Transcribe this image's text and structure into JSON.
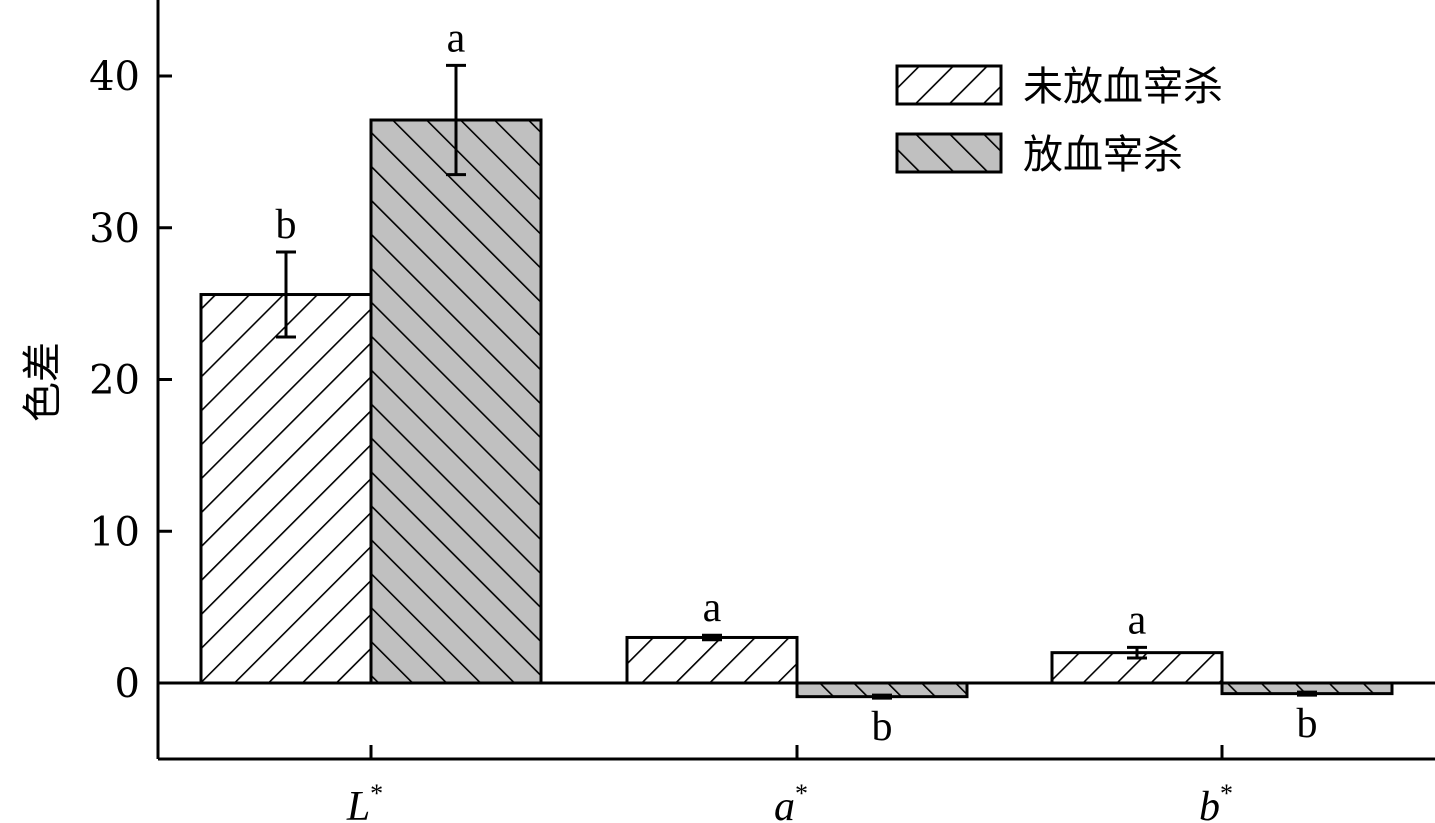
{
  "chart_data": {
    "type": "bar",
    "title": "",
    "xlabel": "",
    "ylabel": "色差",
    "categories": [
      "L",
      "a",
      "b"
    ],
    "category_superscript": "*",
    "ylim": [
      -5,
      45
    ],
    "yticks": [
      0,
      10,
      20,
      30,
      40
    ],
    "grid": false,
    "legend_position": "top-right",
    "series": [
      {
        "name": "未放血宰杀",
        "fill": "#ffffff",
        "hatch": "forward",
        "values": [
          25.6,
          3.0,
          2.0
        ],
        "errors": [
          2.8,
          0.15,
          0.35
        ],
        "significance": [
          "b",
          "a",
          "a"
        ]
      },
      {
        "name": "放血宰杀",
        "fill": "#c0c0c0",
        "hatch": "backward",
        "values": [
          37.1,
          -0.9,
          -0.7
        ],
        "errors": [
          3.6,
          0.1,
          0.1
        ],
        "significance": [
          "a",
          "b",
          "b"
        ]
      }
    ]
  }
}
